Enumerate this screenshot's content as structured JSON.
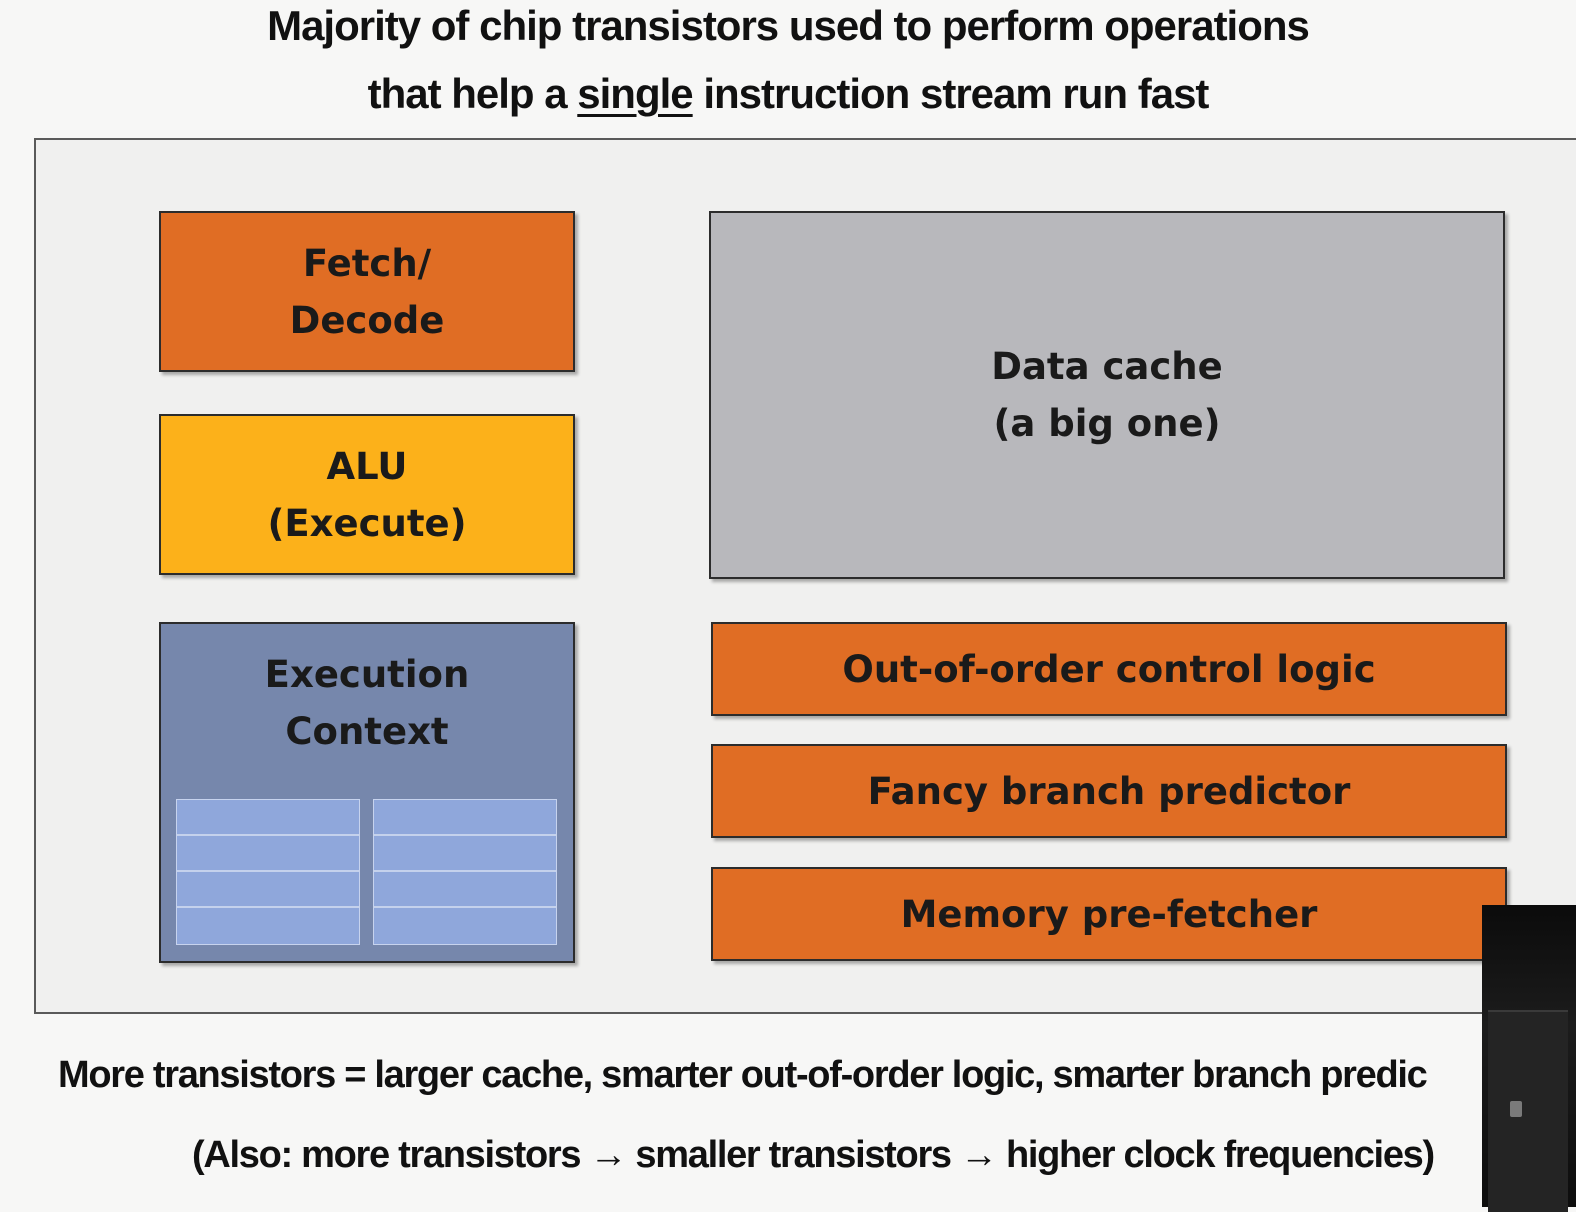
{
  "title": {
    "line1": "Majority of chip transistors used to perform operations",
    "line2_prefix": "that help a ",
    "line2_emphasis": "single",
    "line2_suffix": " instruction stream run fast"
  },
  "diagram": {
    "fetch_decode": {
      "line1": "Fetch/",
      "line2": "Decode"
    },
    "alu": {
      "line1": "ALU",
      "line2": "(Execute)"
    },
    "execution_context": {
      "line1": "Execution",
      "line2": "Context"
    },
    "data_cache": {
      "line1": "Data cache",
      "line2": "(a big one)"
    },
    "out_of_order": "Out-of-order control logic",
    "branch_predictor": "Fancy branch predictor",
    "prefetcher": "Memory pre-fetcher"
  },
  "footer": {
    "line1": "More transistors = larger cache, smarter out-of-order logic, smarter branch predic",
    "line2": "(Also: more transistors → smaller transistors → higher clock frequencies)"
  },
  "colors": {
    "orange": "#e06d24",
    "yellow": "#fcb11a",
    "grey": "#b8b8bc",
    "blue_grey": "#7687ac",
    "register_blue": "#8fa7db"
  }
}
